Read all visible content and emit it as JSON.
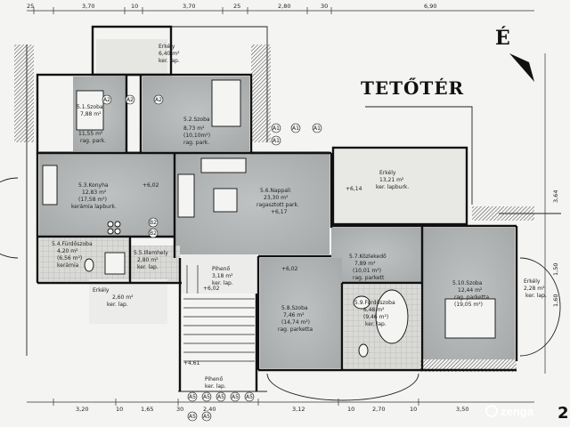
{
  "title": "TETŐTÉR",
  "north_label": "É",
  "watermark": "zenga",
  "corner_number": "2",
  "rooms": [
    {
      "id": "5.1",
      "lines": [
        "5.1.Szoba",
        "7,88 m²",
        "11,55 m²",
        "rag. park."
      ]
    },
    {
      "id": "5.2",
      "lines": [
        "5.2.Szoba",
        "8,73 m²",
        "(10,10m²)",
        "rag. park."
      ]
    },
    {
      "id": "5.3",
      "lines": [
        "5.3.Konyha",
        "12,83 m²",
        "(17,58 m²)",
        "kerámia lapburk."
      ]
    },
    {
      "id": "5.4",
      "lines": [
        "5.4.Fürdőszoba",
        "4,20 m²",
        "(6,56 m²)",
        "kerámia"
      ]
    },
    {
      "id": "5.5",
      "lines": [
        "5.5.Illemhely",
        "2,80 m²",
        "ker. lap."
      ]
    },
    {
      "id": "5.6",
      "lines": [
        "5.6.Nappali",
        "23,30 m²",
        "ragasztott park."
      ]
    },
    {
      "id": "5.7",
      "lines": [
        "5.7.Közlekedő",
        "7,89 m²",
        "(10,01 m²)",
        "rag. parkett"
      ]
    },
    {
      "id": "5.8",
      "lines": [
        "5.8.Szoba",
        "7,46 m²",
        "(14,74 m²)",
        "rag. parketta"
      ]
    },
    {
      "id": "5.9",
      "lines": [
        "5.9.Fürdőszoba",
        "6,48 m²",
        "(9,46 m²)",
        "ker. lap."
      ]
    },
    {
      "id": "5.10",
      "lines": [
        "5.10.Szoba",
        "12,44 m²",
        "(19,05 m²)",
        "rag. parketta"
      ]
    },
    {
      "id": "erkely-top",
      "lines": [
        "Erkély",
        "6,40 m²",
        "ker. lap."
      ]
    },
    {
      "id": "erkely-right",
      "lines": [
        "Erkély",
        "13,21 m²",
        "ker. lapburk."
      ]
    },
    {
      "id": "erkely-left",
      "lines": [
        "Erkély",
        "2,60 m²",
        "ker. lap."
      ]
    },
    {
      "id": "erkely-far-right",
      "lines": [
        "Erkély",
        "2,28 m²",
        "ker. lap."
      ]
    },
    {
      "id": "piheno-1",
      "lines": [
        "Pihenő",
        "3,18 m²",
        "ker. lap."
      ]
    },
    {
      "id": "piheno-2",
      "lines": [
        "Pihenő",
        "ker. lap."
      ]
    }
  ],
  "dimensions_top": [
    "25",
    "3,70",
    "10",
    "3,70",
    "25",
    "2,80",
    "30",
    "6,90"
  ],
  "dimensions_bottom": [
    "3,20",
    "10",
    "1,65",
    "30",
    "2,40",
    "3,12",
    "10",
    "2,70",
    "10",
    "3,50"
  ],
  "dimensions_right": [
    "3,64",
    "1,50",
    "1,60"
  ],
  "level_marks": [
    "+6,02",
    "+6,17",
    "+6,14",
    "+6,02",
    "+6,02",
    "+4,61"
  ],
  "column_tags": [
    "A2",
    "A1",
    "A1",
    "A1",
    "A1",
    "B2",
    "B2",
    "A2",
    "A2",
    "A5",
    "A5",
    "A5",
    "A5",
    "A5",
    "A5",
    "A5"
  ],
  "colors": {
    "fill": "#b3b6b6",
    "wall": "#111111",
    "paper": "#f4f4f2"
  }
}
